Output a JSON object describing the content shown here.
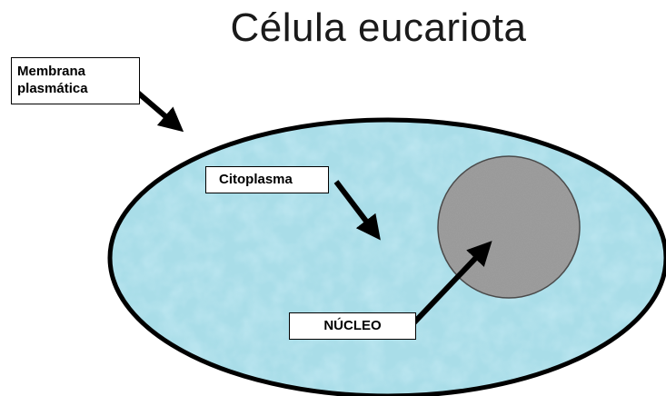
{
  "title": "Célula eucariota",
  "labels": {
    "membrane_line1": "Membrana",
    "membrane_line2": "plasmática",
    "cytoplasm": "Citoplasma",
    "nucleus": "NÚCLEO"
  },
  "colors": {
    "cytoplasm_fill": "#a9dde8",
    "cell_outline": "#000000",
    "nucleus_fill": "#9a9a9a",
    "nucleus_outline": "#4a4a4a",
    "arrow": "#000000"
  }
}
